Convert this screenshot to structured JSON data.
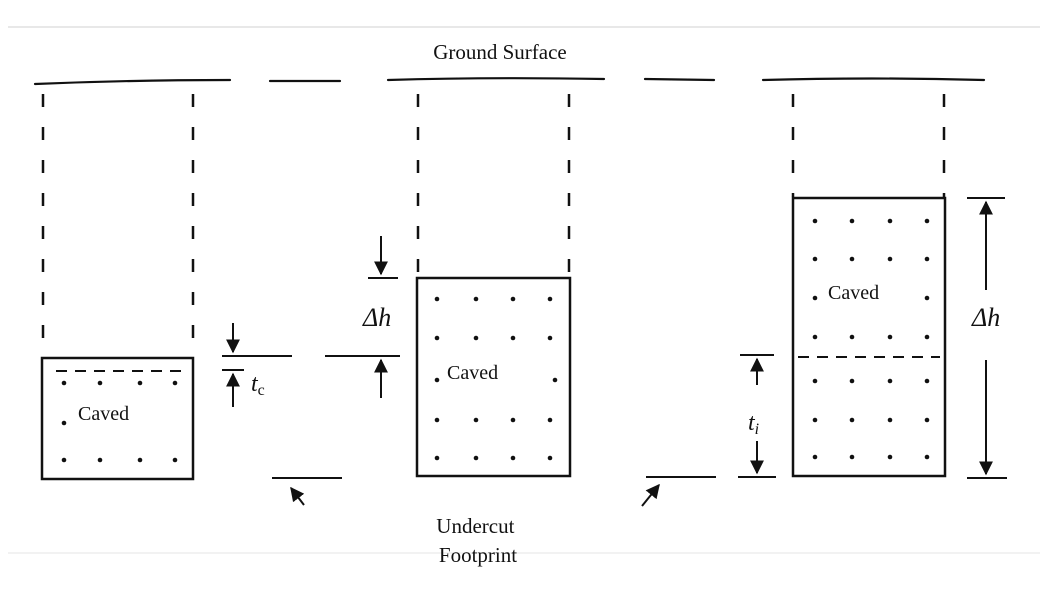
{
  "labels": {
    "ground_surface": "Ground Surface",
    "caved": "Caved",
    "delta_h": "Δh",
    "t_c_base": "t",
    "t_c_sub": "c",
    "t_i_base": "t",
    "t_i_sub": "i",
    "undercut_line1": "Undercut",
    "undercut_line2": "Footprint"
  },
  "colors": {
    "ink": "#111111",
    "frame_rule": "#d0d0d0",
    "background": "#ffffff"
  },
  "stages": [
    {
      "id": "stage-1",
      "caved_label": "Caved"
    },
    {
      "id": "stage-2",
      "caved_label": "Caved",
      "dimension": "Δh"
    },
    {
      "id": "stage-3",
      "caved_label": "Caved",
      "dimension": "Δh"
    }
  ]
}
